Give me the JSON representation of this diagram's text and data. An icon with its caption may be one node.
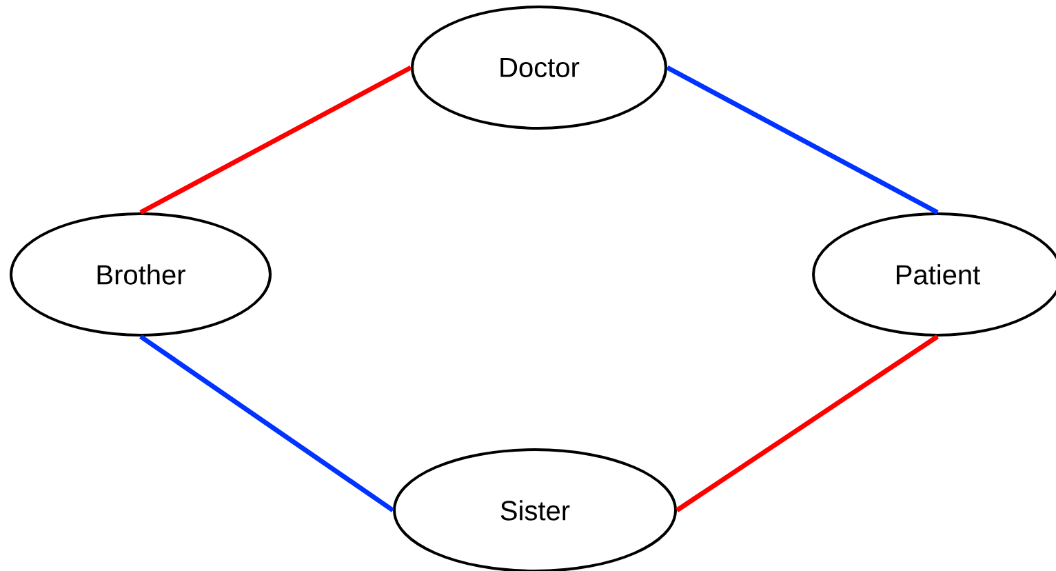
{
  "diagram": {
    "nodes": [
      {
        "text": [
          "Doctor"
        ]
      },
      {
        "text": [
          "Brother"
        ]
      },
      {
        "text": [
          "Patient"
        ]
      },
      {
        "text": [
          "Sister"
        ]
      }
    ],
    "edges": [
      {
        "from": 1,
        "to": 0,
        "arrow": "none",
        "color": "#ff0000"
      },
      {
        "from": 0,
        "to": 2,
        "arrow": "none",
        "color": "#0033ff"
      },
      {
        "from": 1,
        "to": 3,
        "arrow": "none",
        "color": "#0033ff"
      },
      {
        "from": 3,
        "to": 2,
        "arrow": "none",
        "color": "#ff0000"
      }
    ]
  }
}
